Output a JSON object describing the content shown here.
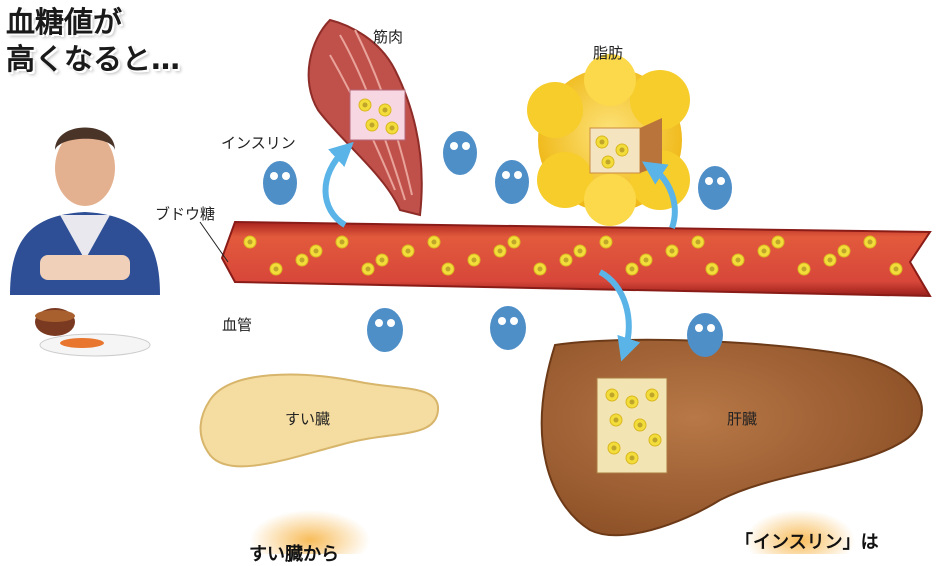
{
  "headline": {
    "line1": "血糖値が",
    "line2": "高くなると…"
  },
  "labels": {
    "muscle": "筋肉",
    "fat": "脂肪",
    "insulin": "インスリン",
    "glucose": "ブドウ糖",
    "blood_vessel": "血管",
    "pancreas": "すい臓",
    "liver": "肝臓"
  },
  "bottom": {
    "left_text": "すい臓から",
    "right_text": "「インスリン」は"
  },
  "colors": {
    "vessel": "#c0302a",
    "vessel_inner": "#e0563a",
    "glucose": "#f3dd3a",
    "arrow": "#5ab4e8",
    "muscle": "#c0504a",
    "fat": "#f2c51a",
    "liver": "#a5653a",
    "pancreas": "#f5dca0",
    "insulin_char": "#4f8fc8"
  }
}
